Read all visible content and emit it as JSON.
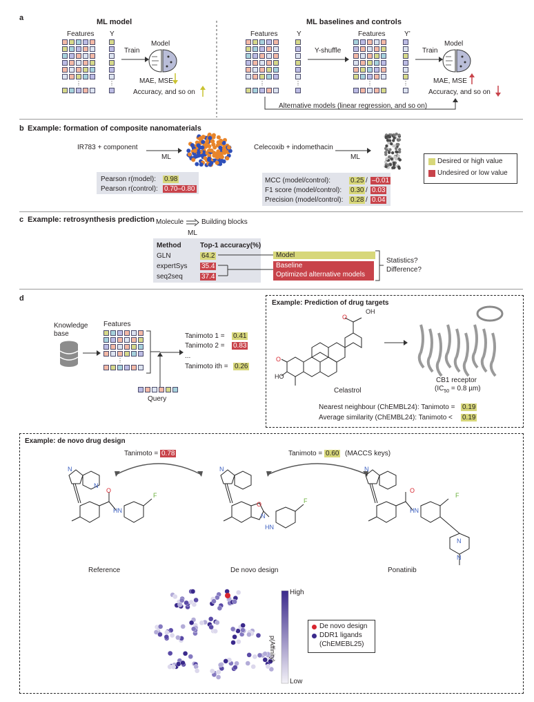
{
  "panel_a": {
    "letter": "a",
    "ml_model": {
      "title": "ML model",
      "features": "Features",
      "y": "Y",
      "train": "Train",
      "model": "Model",
      "mae_mse": "MAE, MSE",
      "accuracy": "Accuracy, and so on"
    },
    "baselines": {
      "title": "ML baselines and controls",
      "features1": "Features",
      "y1": "Y",
      "y_shuffle": "Y-shuffle",
      "features2": "Features",
      "y2": "Y’",
      "train": "Train",
      "model": "Model",
      "mae_mse": "MAE, MSE",
      "accuracy": "Accuracy, and so on",
      "alternative": "Alternative models (linear regression, and so on)"
    },
    "cell_colors": [
      "#f3b9a6",
      "#d6d98a",
      "#a7d2dc",
      "#bcbce4",
      "#f3b9a6",
      "#dde4f0"
    ]
  },
  "panel_b": {
    "letter": "b",
    "title": "Example: formation of composite nanomaterials",
    "left_input": "IR783 + component",
    "left_ml": "ML",
    "pearson_model_label": "Pearson r(model):",
    "pearson_model_value": "0.98",
    "pearson_control_label": "Pearson r(control):",
    "pearson_control_value": "0.70–0.80",
    "right_input": "Celecoxib + indomethacin",
    "right_ml": "ML",
    "mcc_label": "MCC (model/control):",
    "mcc_model": "0.25",
    "mcc_control": "–0.01",
    "f1_label": "F1 score (model/control):",
    "f1_model": "0.30",
    "f1_control": "0.03",
    "precision_label": "Precision (model/control):",
    "precision_model": "0.28",
    "precision_control": "0.04",
    "slash": "/",
    "legend_desired": "Desired or high value",
    "legend_undesired": "Undesired or low value",
    "color_desired": "#d7d77a",
    "color_undesired": "#c8434a"
  },
  "panel_c": {
    "letter": "c",
    "title": "Example: retrosynthesis prediction",
    "molecule": "Molecule",
    "building_blocks": "Building blocks",
    "ml": "ML",
    "col_method": "Method",
    "col_accuracy": "Top-1 accuracy(%)",
    "rows": [
      {
        "method": "GLN",
        "value": "64.2"
      },
      {
        "method": "expertSys",
        "value": "35.4"
      },
      {
        "method": "seq2seq",
        "value": "37.4"
      }
    ],
    "label_model": "Model",
    "label_baseline": "Baseline",
    "label_optimized": "Optimized alternative models",
    "statistics": "Statistics?",
    "difference": "Difference?"
  },
  "panel_d": {
    "letter": "d",
    "knowledge_base": "Knowledge base",
    "features": "Features",
    "query": "Query",
    "tanimoto_1_label": "Tanimoto 1 =",
    "tanimoto_1_value": "0.41",
    "tanimoto_2_label": "Tanimoto 2 =",
    "tanimoto_2_value": "0.83",
    "ellipsis": "...",
    "tanimoto_ith_label": "Tanimoto ith =",
    "tanimoto_ith_value": "0.26",
    "drug_targets": {
      "title": "Example: Prediction of drug targets",
      "celastrol": "Celastrol",
      "receptor": "CB1 receptor",
      "ic50_prefix": "(IC",
      "ic50_sub": "50",
      "ic50_suffix": " = 0.8 µm)",
      "nearest_label": "Nearest neighbour (ChEMBL24): Tanimoto =",
      "nearest_value": "0.19",
      "average_label": "Average similarity (ChEMBL24): Tanimoto <",
      "average_value": "0.19",
      "atom_o1": "O",
      "atom_oh": "OH",
      "atom_o2": "O",
      "atom_ho": "HO"
    },
    "de_novo": {
      "title": "Example: de novo drug design",
      "tanimoto_left_label": "Tanimoto =",
      "tanimoto_left_value": "0.78",
      "tanimoto_right_label": "Tanimoto =",
      "tanimoto_right_value": "0.60",
      "maccs": "(MACCS keys)",
      "reference": "Reference",
      "de_novo_design": "De novo design",
      "ponatinib": "Ponatinib",
      "atom_n": "N",
      "atom_nh": "HN",
      "atom_o": "O",
      "atom_f": "F",
      "colorbar_high": "High",
      "colorbar_low": "Low",
      "colorbar_label": "p(Affinity)",
      "legend_de_novo": "De novo design",
      "legend_ddr1": "DDR1 ligands",
      "legend_ddr1_sub": "(ChEMEBL25)",
      "color_de_novo": "#d7262f",
      "color_ddr1": "#3b2a8c"
    }
  }
}
